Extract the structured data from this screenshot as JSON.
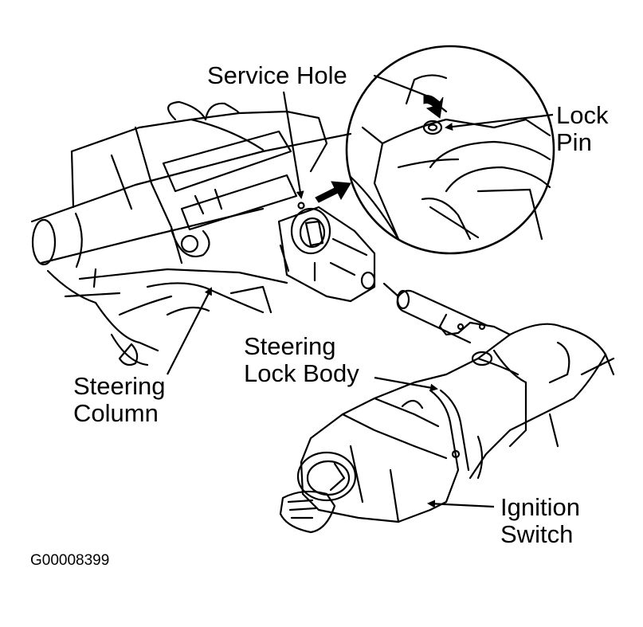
{
  "labels": {
    "service_hole": "Service Hole",
    "lock_pin_line1": "Lock",
    "lock_pin_line2": "Pin",
    "steering_lock_body_line1": "Steering",
    "steering_lock_body_line2": "Lock Body",
    "steering_column_line1": "Steering",
    "steering_column_line2": "Column",
    "ignition_switch_line1": "Ignition",
    "ignition_switch_line2": "Switch"
  },
  "figure_code": "G00008399",
  "colors": {
    "ink": "#000000",
    "paper": "#ffffff"
  }
}
